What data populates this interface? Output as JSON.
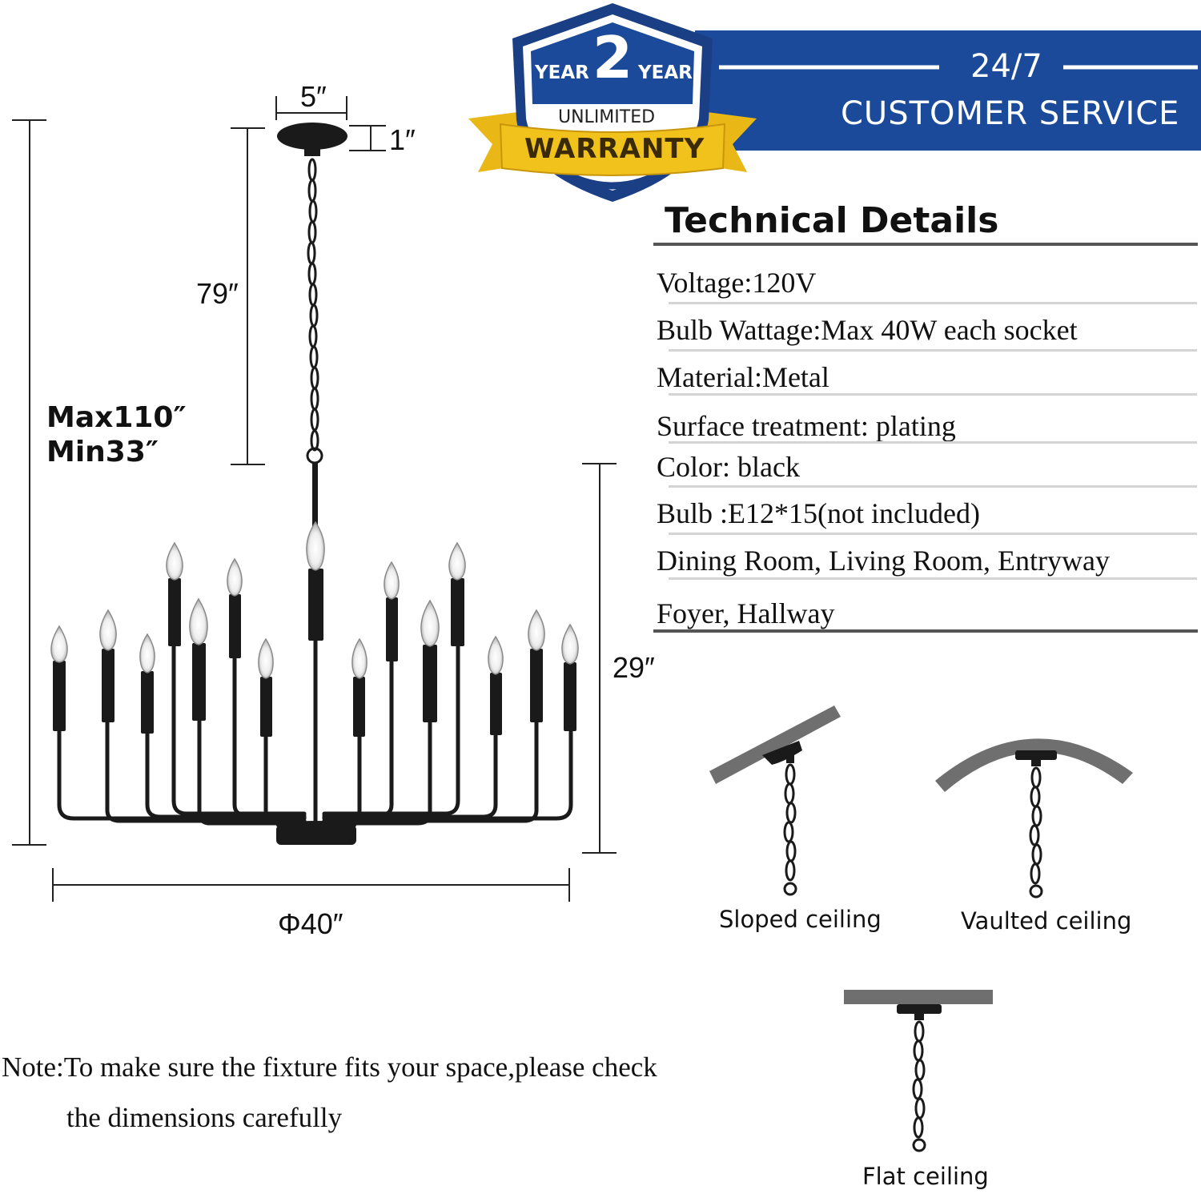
{
  "dimensions": {
    "canopy_width": "5″",
    "canopy_height": "1″",
    "chain_length": "79″",
    "total_height": {
      "max": "Max110″",
      "min": "Min33″"
    },
    "body_height": "29″",
    "diameter": "Φ40″"
  },
  "badge": {
    "year_left": "YEAR",
    "number": "2",
    "year_right": "YEAR",
    "unlimited": "UNLIMITED",
    "warranty": "WARRANTY"
  },
  "banner": {
    "line1": "24/7",
    "line2": "CUSTOMER SERVICE"
  },
  "technical_details": {
    "heading": "Technical Details",
    "rows": [
      "Voltage:120V",
      "Bulb Wattage:Max 40W each socket",
      "Material:Metal",
      "Surface treatment:  plating",
      "Color: black",
      "Bulb :E12*15(not included)",
      "Dining Room,  Living Room,  Entryway",
      "Foyer,  Hallway"
    ]
  },
  "ceilings": {
    "sloped": "Sloped ceiling",
    "vaulted": "Vaulted ceiling",
    "flat": "Flat ceiling"
  },
  "note": {
    "line1": "Note:To make sure the fixture fits your space,please check",
    "line2": "the dimensions carefully"
  },
  "colors": {
    "banner_blue": "#1b4a9a",
    "ribbon_gold": "#f1c21b",
    "fixture_black": "#1a1a1a",
    "ceiling_gray": "#707070"
  }
}
